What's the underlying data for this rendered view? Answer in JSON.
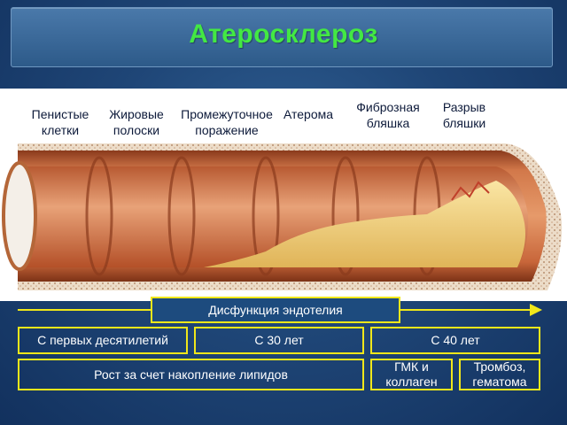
{
  "title": "Атеросклероз",
  "stages": [
    {
      "line1": "Пенистые",
      "line2": "клетки"
    },
    {
      "line1": "Жировые",
      "line2": "полоски"
    },
    {
      "line1": "Промежуточное",
      "line2": "поражение"
    },
    {
      "line1": "",
      "line2": "Атерома"
    },
    {
      "line1": "Фиброзная",
      "line2": "бляшка"
    },
    {
      "line1": "Разрыв",
      "line2": "бляшки"
    }
  ],
  "boxes": {
    "dysfunction": "Дисфункция эндотелия",
    "from_decades": "С первых десятилетий",
    "from_30": "С 30 лет",
    "from_40": "С 40 лет",
    "lipid_growth": "Рост за счет накопление липидов",
    "smc_line1": "ГМК и",
    "smc_line2": "коллаген",
    "thrombosis_line1": "Тромбоз,",
    "thrombosis_line2": "гематома"
  },
  "colors": {
    "title": "#43e843",
    "box_border": "#f0e71a",
    "background": "#1f4677",
    "vessel": "#c8663a",
    "plaque": "#f0d27a"
  }
}
